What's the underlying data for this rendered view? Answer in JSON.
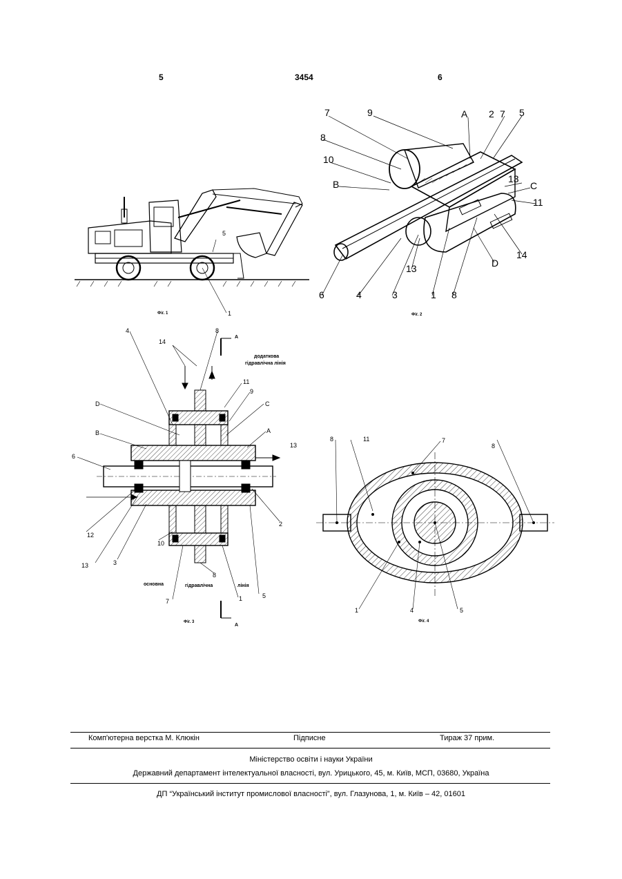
{
  "header": {
    "left_page": "5",
    "patent_number": "3454",
    "right_page": "6"
  },
  "figures": {
    "fig1": {
      "caption": "Фіг. 1",
      "labels": [
        "5",
        "1"
      ]
    },
    "fig2": {
      "caption": "Фіг. 2",
      "labels": [
        "7",
        "9",
        "A",
        "2",
        "7",
        "5",
        "8",
        "10",
        "B",
        "13",
        "C",
        "11",
        "14",
        "D",
        "6",
        "4",
        "3",
        "13",
        "1",
        "8"
      ]
    },
    "fig3": {
      "caption": "Фіг. 3",
      "section_mark": "A",
      "annotation_extra_line_1": "додаткова",
      "annotation_extra_line_2": "гідравлічна лінія",
      "annotation_main_1": "основна",
      "annotation_main_2": "гідравлічна",
      "annotation_main_3": "лінія",
      "labels": [
        "4",
        "14",
        "8",
        "11",
        "9",
        "D",
        "C",
        "B",
        "A",
        "13",
        "6",
        "2",
        "12",
        "10",
        "13",
        "3",
        "8",
        "7",
        "1",
        "5"
      ]
    },
    "fig4": {
      "caption": "Фіг. 4",
      "labels": [
        "8",
        "11",
        "7",
        "8",
        "1",
        "4",
        "5"
      ]
    }
  },
  "footer": {
    "layout": "Комп'ютерна верстка М. Клюкін",
    "signed": "Підписне",
    "circulation": "Тираж 37 прим.",
    "ministry": "Міністерство освіти і науки України",
    "department": "Державний департамент інтелектуальної власності, вул. Урицького, 45, м. Київ, МСП, 03680, Україна",
    "institute": "ДП “Український інститут промислової власності”, вул. Глазунова, 1, м. Київ – 42, 01601"
  }
}
